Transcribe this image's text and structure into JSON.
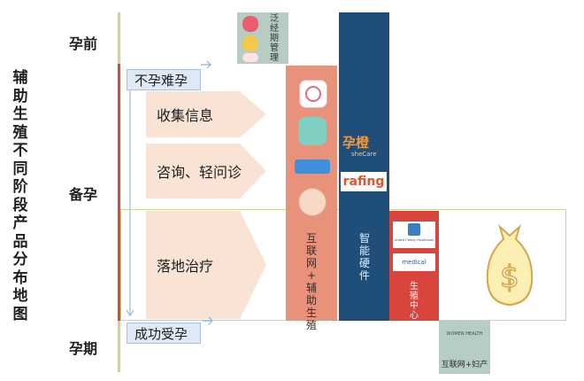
{
  "title_chars": [
    "辅",
    "助",
    "生",
    "殖",
    "不",
    "同",
    "阶",
    "段",
    "产",
    "品",
    "分",
    "布",
    "地",
    "图"
  ],
  "stages": {
    "pre": "孕前",
    "prep": "备孕",
    "preg": "孕期"
  },
  "flow": {
    "start": "不孕难孕",
    "end": "成功受孕",
    "steps": [
      "收集信息",
      "咨询、轻问诊",
      "落地治疗"
    ]
  },
  "columns": {
    "app_top": {
      "label_chars": [
        "泛",
        "经",
        "期",
        "管",
        "理"
      ]
    },
    "internet_assist": {
      "label_chars": [
        "互",
        "联",
        "网",
        "+",
        "辅",
        "助",
        "生",
        "殖"
      ]
    },
    "smart_hw": {
      "label_chars": [
        "智",
        "能",
        "硬",
        "件"
      ],
      "brand_1": "孕橙",
      "brand_1_sub": "sheCare",
      "brand_2": "rafing"
    },
    "center": {
      "label_chars": [
        "生",
        "殖",
        "中",
        "心"
      ],
      "logo_1_text": "United Family Healthcare",
      "logo_2_text": "medical"
    },
    "internet_women": {
      "label": "互联网+妇产",
      "logo_text": "WOMEN HEALTH"
    }
  },
  "icons": {
    "money": "money-bag-icon",
    "arrow": "chevron-right-icon"
  },
  "colors": {
    "salmon": "#e8927c",
    "navy": "#1f4e79",
    "red": "#d9443c",
    "green": "#c9d88f",
    "blue_box": "#dfe9f6",
    "peach": "#f9e3d4"
  }
}
